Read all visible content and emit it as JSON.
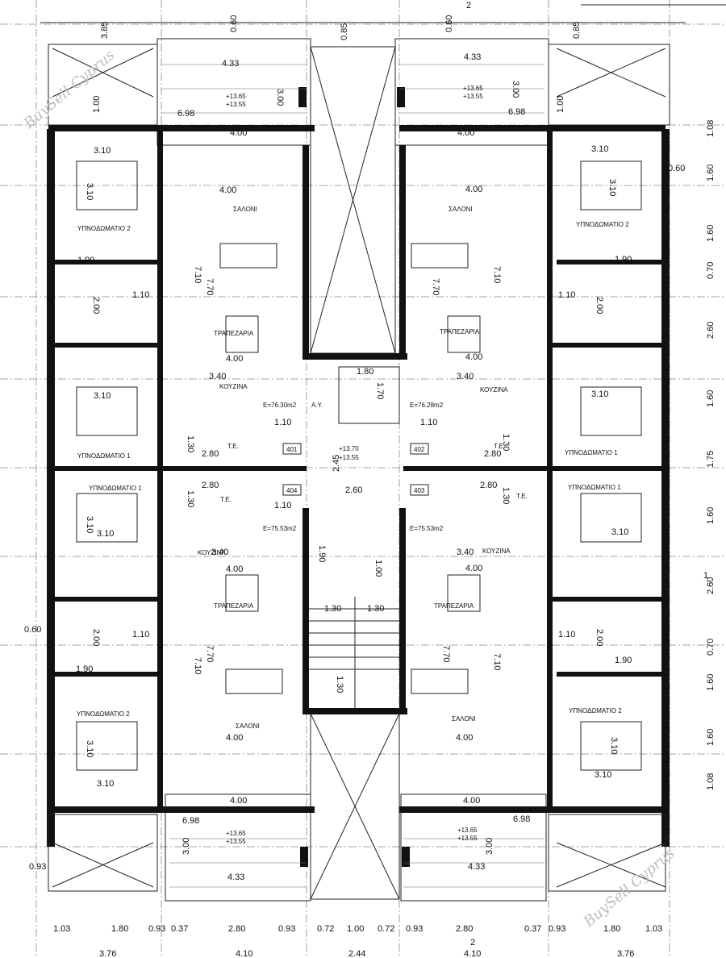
{
  "watermark": "BuySell Cyprus",
  "top_dims": {
    "a": "3.85",
    "b": "0.60",
    "c": "0.85",
    "d": "0.60",
    "e": "0.85"
  },
  "balcony_top": {
    "w1": "4.33",
    "w2": "4.00",
    "h": "3.00",
    "d": "6.98",
    "lvl1": "+13.65",
    "lvl2": "+13.55",
    "side": "1.00"
  },
  "rooms": {
    "bedroom2": "ΥΠΝΟΔΩΜΑΤΙΟ 2",
    "bedroom1": "ΥΠΝΟΔΩΜΑΤΙΟ 1",
    "living": "ΣΑΛΟΝΙ",
    "dining": "ΤΡΑΠΕΖΑΡΙΑ",
    "kitchen": "ΚΟΥΖΙΝΑ",
    "te": "Τ.Ε.",
    "av": "Α.Υ."
  },
  "dims": {
    "d310": "3.10",
    "d400": "4.00",
    "d710": "7.10",
    "d770": "7.70",
    "d190": "1.90",
    "d110": "1.10",
    "d200": "2.00",
    "d340": "3.40",
    "d130": "1.30",
    "d280": "2.80",
    "d060": "0.60",
    "d093": "0.93",
    "d180": "1.80",
    "d170": "1.70",
    "d245": "2.45",
    "d260": "2.60",
    "d100": "1.00"
  },
  "areas": {
    "a401": "E=76.30m2",
    "a402": "E=76.28m2",
    "a403": "E=75.53m2",
    "a404": "E=75.53m2"
  },
  "flats": {
    "f401": "401",
    "f402": "402",
    "f403": "403",
    "f404": "404"
  },
  "lobby": {
    "lvl1": "+13.70",
    "lvl2": "+13.55"
  },
  "right_dims": [
    "1.08",
    "1.60",
    "1.60",
    "0.70",
    "2.60",
    "1.60",
    "1.75",
    "1.60",
    "2.60",
    "0.70",
    "1.60",
    "1.60",
    "1.08"
  ],
  "bottom_row1": [
    "1.03",
    "1.80",
    "0.93",
    "0.37",
    "2.80",
    "0.93",
    "0.72",
    "1.00",
    "0.72",
    "0.93",
    "2.80",
    "0.37",
    "0.93",
    "1.80",
    "1.03"
  ],
  "bottom_row2": [
    "3.76",
    "4.10",
    "2.44",
    "4.10",
    "3.76"
  ],
  "section_marks": {
    "two": "2",
    "one": "1"
  }
}
